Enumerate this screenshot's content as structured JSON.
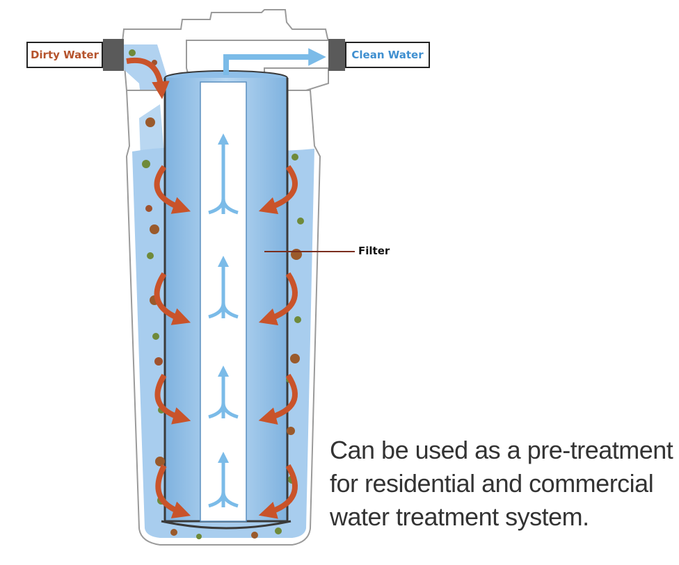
{
  "labels": {
    "dirty_water": "Dirty Water",
    "clean_water": "Clean Water",
    "filter": "Filter"
  },
  "caption": {
    "line1": "Can be used as a pre-treatment",
    "line2": "for residential and commercial",
    "line3": "water treatment system."
  },
  "colors": {
    "dirty": "#b5532c",
    "clean": "#3f8fd0",
    "arrow_dirty": "#c9532a",
    "arrow_clean": "#7bbbe8",
    "water": "#a8cdee",
    "housing_stroke": "#9a9a9a"
  },
  "icons": {
    "inlet_arrow": "curved-arrow-down",
    "outlet_arrow": "arrow-up-right",
    "flow_arrows": "curved-arrow-inward",
    "clean_flow": "upward-merge-arrow"
  }
}
